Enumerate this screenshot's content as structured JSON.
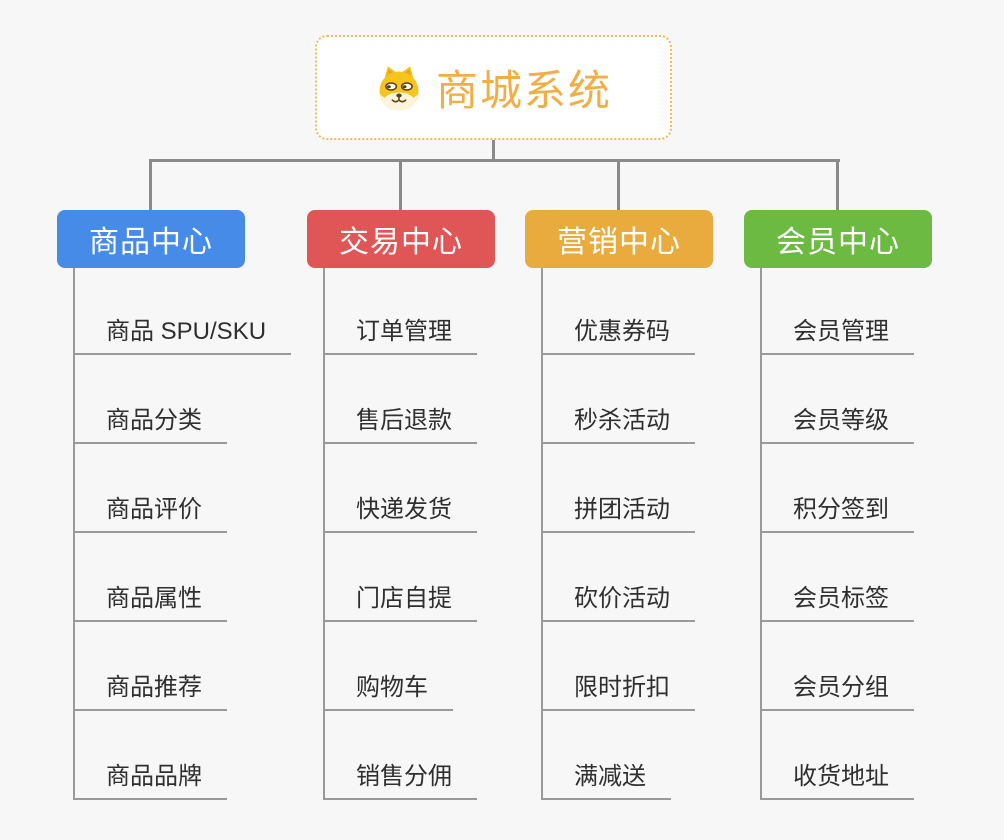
{
  "root": {
    "title": "商城系统",
    "icon": "shiba-dog-icon",
    "title_color": "#f2ae45",
    "border_color": "#f3b75c"
  },
  "connector_color": "#8a8a8a",
  "branches": [
    {
      "label": "商品中心",
      "color": "#478be8",
      "items": [
        "商品 SPU/SKU",
        "商品分类",
        "商品评价",
        "商品属性",
        "商品推荐",
        "商品品牌"
      ]
    },
    {
      "label": "交易中心",
      "color": "#e05556",
      "items": [
        "订单管理",
        "售后退款",
        "快递发货",
        "门店自提",
        "购物车",
        "销售分佣"
      ]
    },
    {
      "label": "营销中心",
      "color": "#eaab3e",
      "items": [
        "优惠券码",
        "秒杀活动",
        "拼团活动",
        "砍价活动",
        "限时折扣",
        "满减送"
      ]
    },
    {
      "label": "会员中心",
      "color": "#6cba42",
      "items": [
        "会员管理",
        "会员等级",
        "积分签到",
        "会员标签",
        "会员分组",
        "收货地址"
      ]
    }
  ]
}
